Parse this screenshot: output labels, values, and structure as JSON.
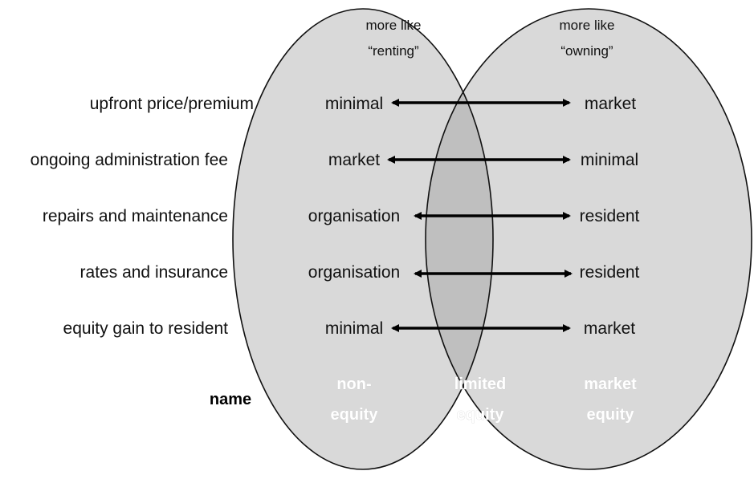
{
  "headers": {
    "left": [
      "more like",
      "“renting”"
    ],
    "right": [
      "more like",
      "“owning”"
    ]
  },
  "rows": [
    {
      "label": "upfront price/premium",
      "left": "minimal",
      "right": "market"
    },
    {
      "label": "ongoing administration fee",
      "left": "market",
      "right": "minimal"
    },
    {
      "label": "repairs and maintenance",
      "left": "organisation",
      "right": "resident"
    },
    {
      "label": "rates and insurance",
      "left": "organisation",
      "right": "resident"
    },
    {
      "label": "equity gain to resident",
      "left": "minimal",
      "right": "market"
    }
  ],
  "name_label": "name",
  "categories": {
    "left": [
      "non-",
      "equity"
    ],
    "middle": [
      "limited",
      "equity"
    ],
    "right": [
      "market",
      "equity"
    ]
  },
  "colors": {
    "circle_fill": "#d9d9d9",
    "overlap_fill": "#bfbfbf",
    "outline": "#111111",
    "arrow": "#000000"
  }
}
